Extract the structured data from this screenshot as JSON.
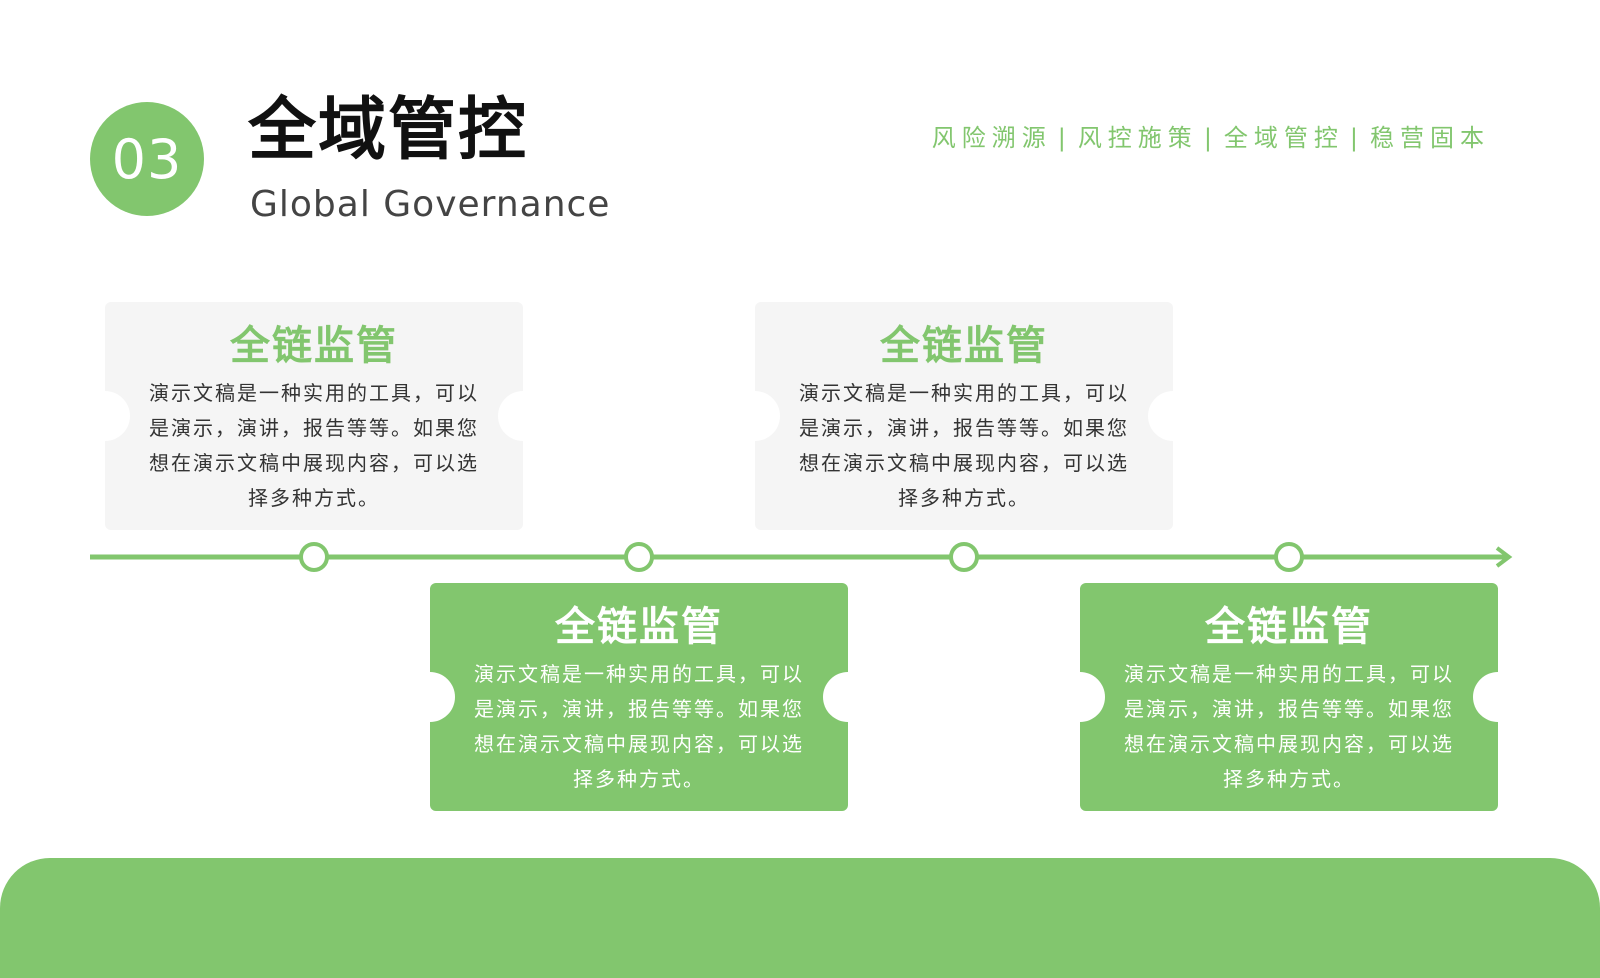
{
  "header": {
    "number": "03",
    "title": "全域管控",
    "subtitle": "Global Governance",
    "tags": [
      "风险溯源",
      "风控施策",
      "全域管控",
      "稳营固本"
    ],
    "tag_separator": "|"
  },
  "cards": [
    {
      "title": "全链监管",
      "body": "演示文稿是一种实用的工具，可以是演示，演讲，报告等等。如果您想在演示文稿中展现内容，可以选择多种方式。",
      "style": "grey"
    },
    {
      "title": "全链监管",
      "body": "演示文稿是一种实用的工具，可以是演示，演讲，报告等等。如果您想在演示文稿中展现内容，可以选择多种方式。",
      "style": "green"
    },
    {
      "title": "全链监管",
      "body": "演示文稿是一种实用的工具，可以是演示，演讲，报告等等。如果您想在演示文稿中展现内容，可以选择多种方式。",
      "style": "grey"
    },
    {
      "title": "全链监管",
      "body": "演示文稿是一种实用的工具，可以是演示，演讲，报告等等。如果您想在演示文稿中展现内容，可以选择多种方式。",
      "style": "green"
    }
  ],
  "colors": {
    "accent": "#82c66e",
    "card_grey": "#f5f5f5",
    "title_text": "#111111"
  }
}
